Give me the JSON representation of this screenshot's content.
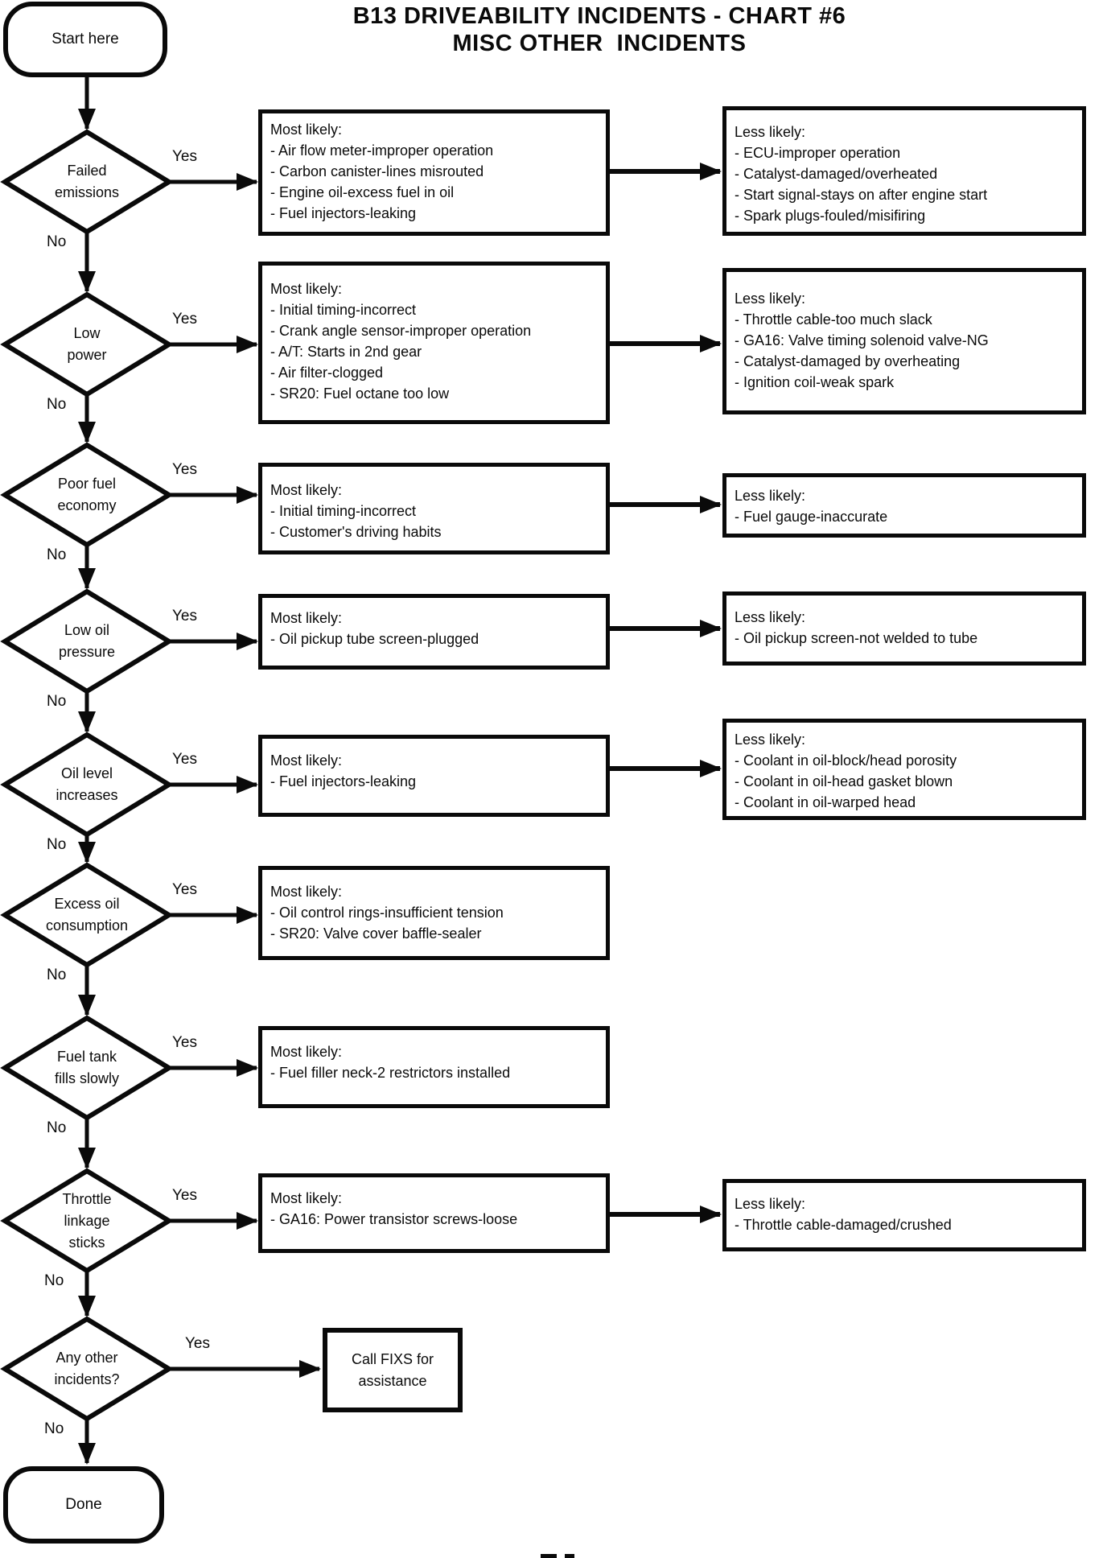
{
  "title": {
    "line1": "B13 DRIVEABILITY INCIDENTS - CHART #6",
    "line2": "MISC OTHER  INCIDENTS"
  },
  "start": {
    "label": "Start here"
  },
  "done": {
    "label": "Done"
  },
  "labels": {
    "yes": "Yes",
    "no": "No"
  },
  "call_box": {
    "lines": [
      "Call FIXS for",
      "assistance"
    ]
  },
  "colors": {
    "ink": "#0a0a0a",
    "background": "#ffffff"
  },
  "rows": [
    {
      "question": [
        "Failed",
        "emissions"
      ],
      "most_likely": {
        "title": "Most likely:",
        "items": [
          "- Air flow meter-improper operation",
          "- Carbon canister-lines misrouted",
          "- Engine oil-excess fuel in oil",
          "- Fuel injectors-leaking"
        ]
      },
      "less_likely": {
        "title": "Less likely:",
        "items": [
          "- ECU-improper operation",
          "- Catalyst-damaged/overheated",
          "- Start signal-stays on after engine start",
          "- Spark plugs-fouled/misifiring"
        ]
      }
    },
    {
      "question": [
        "Low",
        "power"
      ],
      "most_likely": {
        "title": "Most likely:",
        "items": [
          "- Initial timing-incorrect",
          "- Crank angle sensor-improper operation",
          "- A/T: Starts in 2nd gear",
          "- Air filter-clogged",
          "- SR20: Fuel octane too low"
        ]
      },
      "less_likely": {
        "title": "Less likely:",
        "items": [
          "- Throttle cable-too much slack",
          "- GA16: Valve timing solenoid valve-NG",
          "- Catalyst-damaged by overheating",
          "- Ignition coil-weak spark"
        ]
      }
    },
    {
      "question": [
        "Poor fuel",
        "economy"
      ],
      "most_likely": {
        "title": "Most likely:",
        "items": [
          "- Initial timing-incorrect",
          "- Customer's driving habits"
        ]
      },
      "less_likely": {
        "title": "Less likely:",
        "items": [
          "- Fuel gauge-inaccurate"
        ]
      }
    },
    {
      "question": [
        "Low oil",
        "pressure"
      ],
      "most_likely": {
        "title": "Most likely:",
        "items": [
          "- Oil pickup tube screen-plugged"
        ]
      },
      "less_likely": {
        "title": "Less likely:",
        "items": [
          "- Oil pickup screen-not welded to tube"
        ]
      }
    },
    {
      "question": [
        "Oil level",
        "increases"
      ],
      "most_likely": {
        "title": "Most likely:",
        "items": [
          "- Fuel injectors-leaking"
        ]
      },
      "less_likely": {
        "title": "Less likely:",
        "items": [
          "- Coolant in oil-block/head porosity",
          "- Coolant in oil-head gasket blown",
          "- Coolant in oil-warped head"
        ]
      }
    },
    {
      "question": [
        "Excess oil",
        "consumption"
      ],
      "most_likely": {
        "title": "Most likely:",
        "items": [
          "- Oil control rings-insufficient tension",
          "- SR20: Valve cover baffle-sealer"
        ]
      },
      "less_likely": null
    },
    {
      "question": [
        "Fuel tank",
        "fills slowly"
      ],
      "most_likely": {
        "title": "Most likely:",
        "items": [
          "- Fuel filler neck-2 restrictors installed"
        ]
      },
      "less_likely": null
    },
    {
      "question": [
        "Throttle",
        "linkage",
        "sticks"
      ],
      "most_likely": {
        "title": "Most likely:",
        "items": [
          "- GA16: Power transistor screws-loose"
        ]
      },
      "less_likely": {
        "title": "Less likely:",
        "items": [
          "- Throttle cable-damaged/crushed"
        ]
      }
    },
    {
      "question": [
        "Any other",
        "incidents?"
      ],
      "most_likely": null,
      "less_likely": null
    }
  ]
}
